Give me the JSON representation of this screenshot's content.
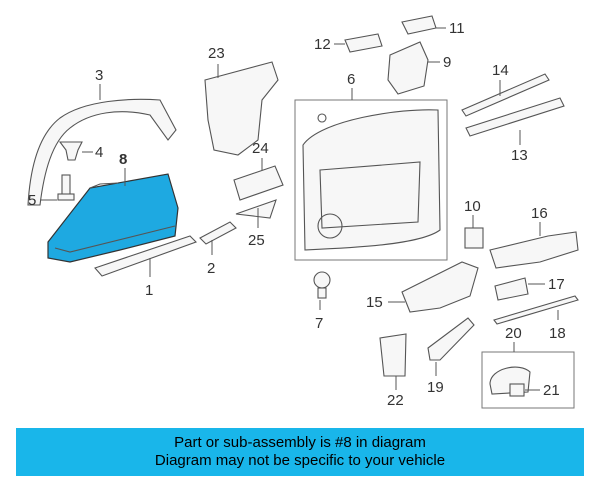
{
  "diagram": {
    "highlight_color": "#1ea9e1",
    "highlighted_part": "8",
    "callouts": [
      "1",
      "2",
      "3",
      "4",
      "5",
      "6",
      "7",
      "8",
      "9",
      "10",
      "11",
      "12",
      "13",
      "14",
      "15",
      "16",
      "17",
      "18",
      "19",
      "20",
      "21",
      "22",
      "23",
      "24",
      "25"
    ]
  },
  "banner": {
    "line1": "Part or sub-assembly is #8 in diagram",
    "line2": "Diagram may not be specific to your vehicle",
    "background": "#19b6ea"
  }
}
